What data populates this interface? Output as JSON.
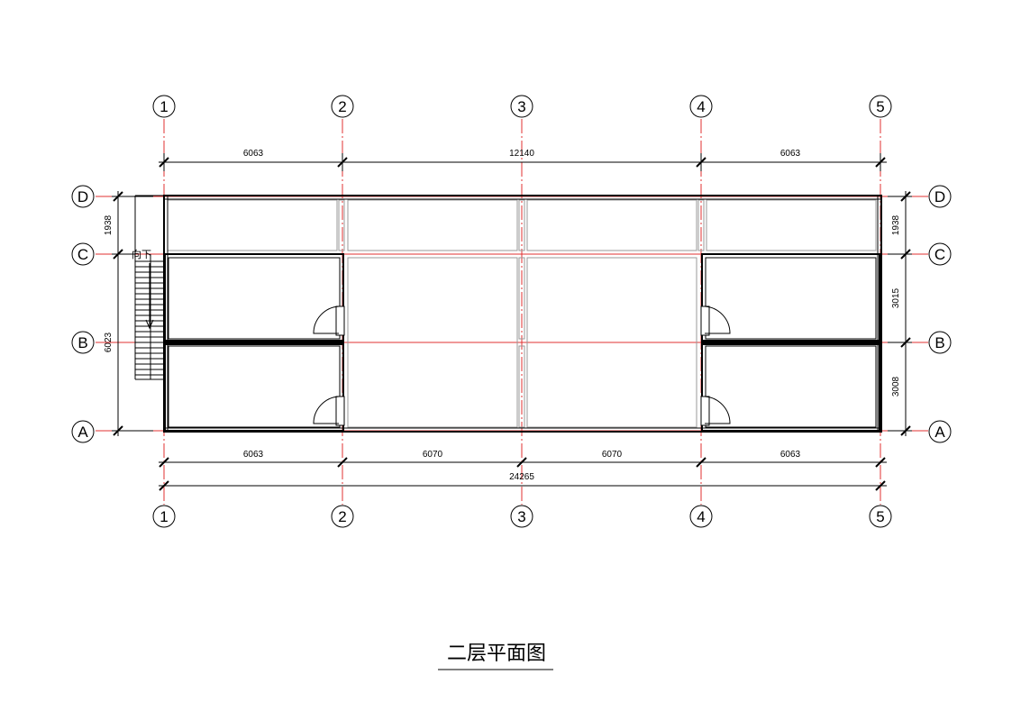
{
  "title": "二层平面图",
  "stair_label": "向下",
  "colors": {
    "axis": "#e03030",
    "wall": "#000000",
    "dim": "#000000",
    "partition": "#9a9a9a"
  },
  "axes": {
    "columns": [
      "1",
      "2",
      "3",
      "4",
      "5"
    ],
    "rows": [
      "A",
      "B",
      "C",
      "D"
    ]
  },
  "dimensions": {
    "top": [
      "6063",
      "12140",
      "6063"
    ],
    "bottom": [
      "6063",
      "6070",
      "6070",
      "6063"
    ],
    "total": "24265",
    "left": [
      "1938",
      "6023"
    ],
    "right": [
      "1938",
      "3015",
      "3008"
    ]
  }
}
